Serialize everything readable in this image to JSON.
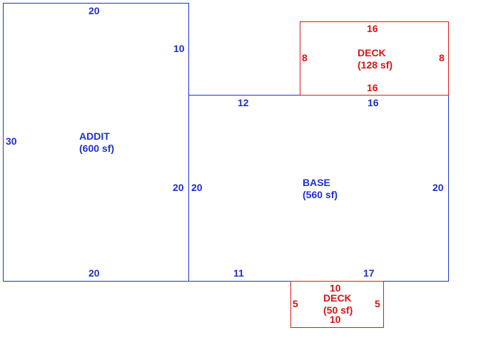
{
  "areas": {
    "addit": {
      "name": "ADDIT",
      "area": "(600 sf)",
      "dims": {
        "top": "20",
        "left": "30",
        "bottom": "20",
        "right_upper": "10",
        "right_lower": "20"
      }
    },
    "base": {
      "name": "BASE",
      "area": "(560 sf)",
      "dims": {
        "top_left": "12",
        "top_right": "16",
        "left": "20",
        "right": "20",
        "bottom_left": "11",
        "bottom_right": "17"
      }
    },
    "deck_top": {
      "name": "DECK",
      "area": "(128 sf)",
      "dims": {
        "top": "16",
        "bottom": "16",
        "left": "8",
        "right": "8"
      }
    },
    "deck_bottom": {
      "name": "DECK",
      "area": "(50 sf)",
      "dims": {
        "top": "10",
        "bottom": "10",
        "left": "5",
        "right": "5"
      }
    }
  },
  "colors": {
    "structure": "#1f2fd0",
    "deck": "#e01818"
  }
}
